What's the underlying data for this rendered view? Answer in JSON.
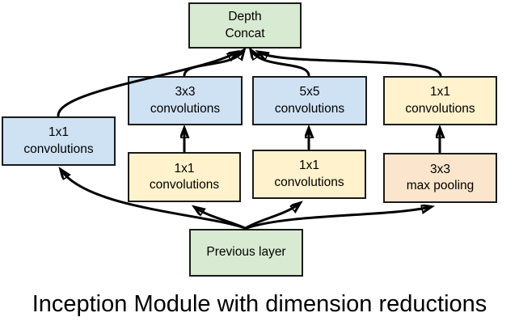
{
  "colors": {
    "background": "#ffffff",
    "green": "#d9ead3",
    "blue": "#cfe2f3",
    "yellow": "#fff2cc",
    "peach": "#fce5cd",
    "box_border": "#1a1a1a",
    "arrow": "#000000",
    "text": "#000000"
  },
  "caption": "Inception Module with dimension reductions",
  "boxes": {
    "depth_concat": {
      "label": "Depth\nConcat",
      "fill": "#d9ead3"
    },
    "conv3x3": {
      "label": "3x3\nconvolutions",
      "fill": "#cfe2f3"
    },
    "conv5x5": {
      "label": "5x5\nconvolutions",
      "fill": "#cfe2f3"
    },
    "conv1x1_right": {
      "label": "1x1\nconvolutions",
      "fill": "#fff2cc"
    },
    "conv1x1_left": {
      "label": "1x1\nconvolutions",
      "fill": "#cfe2f3"
    },
    "conv1x1_mid_a": {
      "label": "1x1\nconvolutions",
      "fill": "#fff2cc"
    },
    "conv1x1_mid_b": {
      "label": "1x1\nconvolutions",
      "fill": "#fff2cc"
    },
    "maxpool3x3": {
      "label": "3x3\nmax pooling",
      "fill": "#fce5cd"
    },
    "previous_layer": {
      "label": "Previous layer",
      "fill": "#d9ead3"
    }
  }
}
